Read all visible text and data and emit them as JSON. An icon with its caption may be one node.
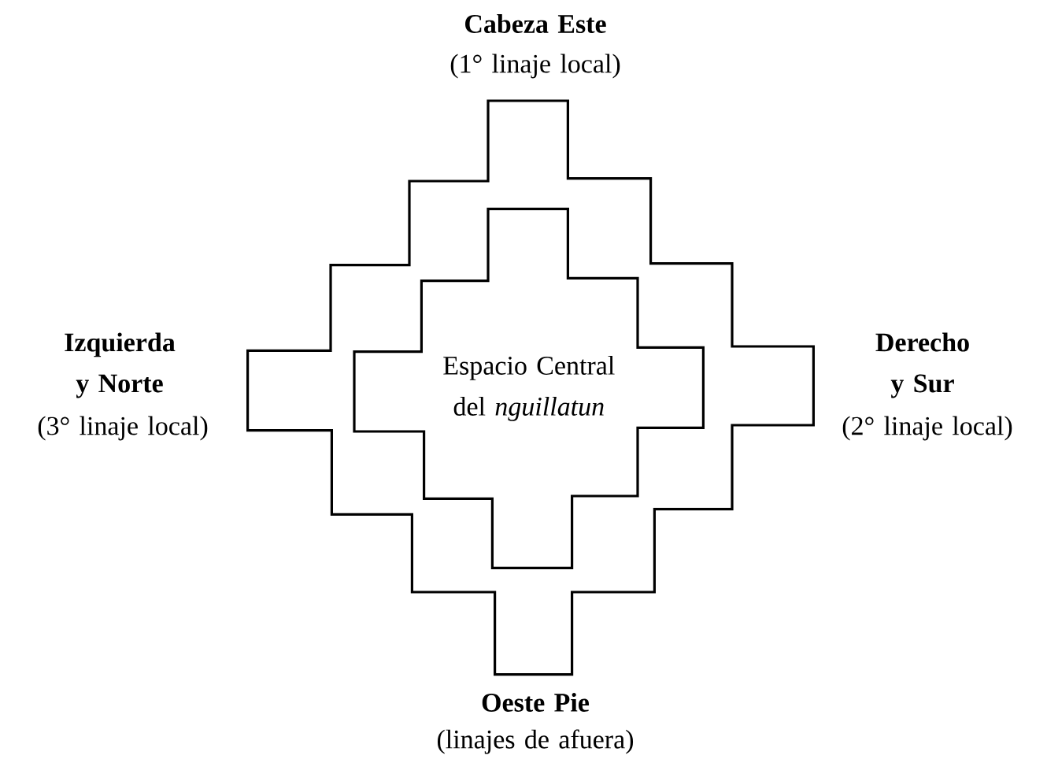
{
  "diagram": {
    "nodes": [
      {
        "text": [],
        "shape": "box"
      },
      {
        "text": [
          "Espacio Central del *nguillatun*"
        ],
        "in": 0
      }
    ],
    "edges": [],
    "labels": [
      "Cabeza Este",
      "(1° linaje local)",
      "Izquierda y Norte",
      "(3° linaje local)",
      "Derecho y Sur",
      "(2° linaje local)",
      "Oeste Pie",
      "(linajes de afuera)"
    ]
  }
}
